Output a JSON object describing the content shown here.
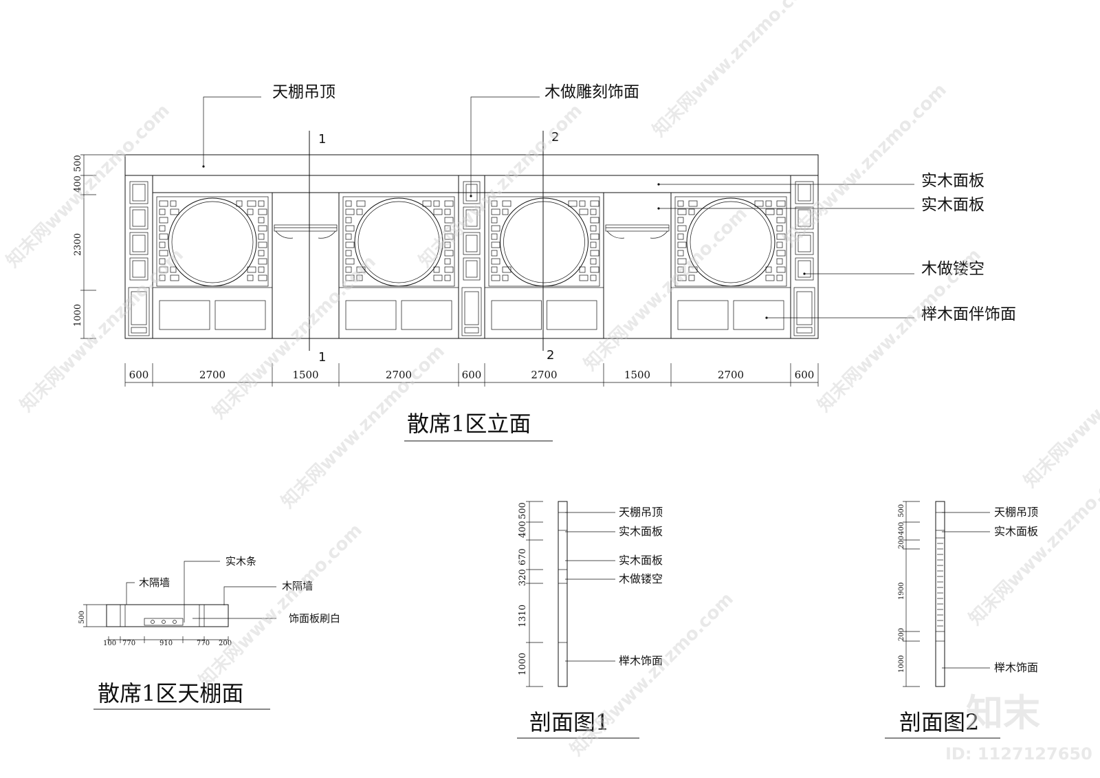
{
  "elevation": {
    "title": "散席1区立面",
    "labels": {
      "ceiling": "天棚吊顶",
      "carving": "木做雕刻饰面",
      "panel1": "实木面板",
      "panel2": "实木面板",
      "openwork": "木做镂空",
      "beech": "榉木面伴饰面"
    },
    "section_marks": [
      "1",
      "1",
      "2",
      "2"
    ],
    "h_dims": [
      "600",
      "2700",
      "1500",
      "2700",
      "600",
      "2700",
      "1500",
      "2700",
      "600"
    ],
    "v_dims": [
      "500",
      "400",
      "2300",
      "1000"
    ]
  },
  "ceiling_plan": {
    "title": "散席1区天棚面",
    "labels": {
      "wall_left": "木隔墙",
      "strip": "实木条",
      "wall_right": "木隔墙",
      "board": "饰面板刷白"
    },
    "h_dims": [
      "100",
      "770",
      "910",
      "770",
      "200"
    ],
    "v_dims": [
      "500"
    ]
  },
  "section1": {
    "title": "剖面图1",
    "labels": [
      "天棚吊顶",
      "实木面板",
      "实木面板",
      "木做镂空",
      "榉木饰面"
    ],
    "v_dims": [
      "500",
      "400",
      "670",
      "320",
      "1310",
      "1000"
    ]
  },
  "section2": {
    "title": "剖面图2",
    "labels": [
      "天棚吊顶",
      "实木面板",
      "榉木饰面"
    ],
    "v_dims": [
      "500",
      "400",
      "200",
      "1900",
      "200",
      "1000"
    ]
  },
  "brand": {
    "logo": "知末",
    "id": "ID: 1127127650"
  },
  "watermark": "知末网www.znzmo.com"
}
